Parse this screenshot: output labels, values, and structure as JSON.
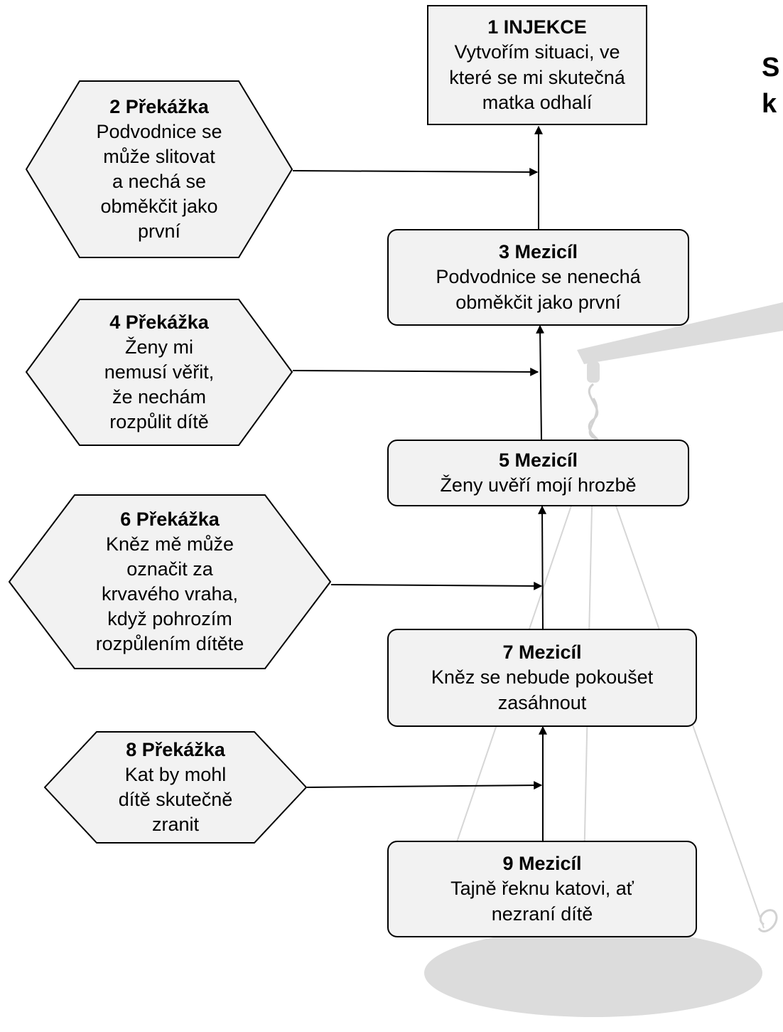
{
  "side_title": {
    "line1": "S",
    "line2": "k"
  },
  "goal": {
    "title": "1 INJEKCE",
    "lines": [
      "Vytvořím situaci, ve",
      "které se mi skutečná",
      "matka odhalí"
    ]
  },
  "obstacles": [
    {
      "title": "2 Překážka",
      "lines": [
        "Podvodnice se",
        "může slitovat",
        "a nechá se",
        "obměkčit jako",
        "první"
      ]
    },
    {
      "title": "4 Překážka",
      "lines": [
        "Ženy mi",
        "nemusí věřit,",
        "že nechám",
        "rozpůlit dítě"
      ]
    },
    {
      "title": "6 Překážka",
      "lines": [
        "Kněz mě může",
        "označit za",
        "krvavého vraha,",
        "když pohrozím",
        "rozpůlením dítěte"
      ]
    },
    {
      "title": "8 Překážka",
      "lines": [
        "Kat by mohl",
        "dítě skutečně",
        "zranit"
      ]
    }
  ],
  "milestones": [
    {
      "title": "3 Mezicíl",
      "lines": [
        "Podvodnice se nenechá",
        "obměkčit jako první"
      ]
    },
    {
      "title": "5 Mezicíl",
      "lines": [
        "Ženy uvěří mojí hrozbě"
      ]
    },
    {
      "title": "7 Mezicíl",
      "lines": [
        "Kněz se nebude pokoušet",
        "zasáhnout"
      ]
    },
    {
      "title": "9 Mezicíl",
      "lines": [
        "Tajně řeknu katovi, ať",
        "nezraní dítě"
      ]
    }
  ],
  "colors": {
    "box_fill": "#f2f2f2",
    "border": "#000000",
    "watermark": "#d9d9d9"
  },
  "background_image": "balance-scale-watermark"
}
